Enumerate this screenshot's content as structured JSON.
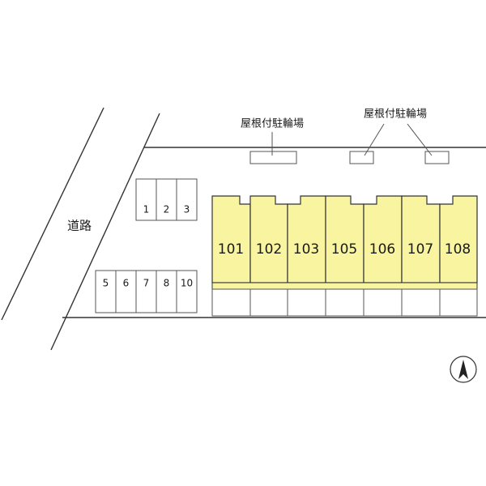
{
  "road": {
    "label": "道路"
  },
  "bike_parking": [
    {
      "label": "屋根付駐輪場"
    },
    {
      "label": "屋根付駐輪場"
    }
  ],
  "parking_row_1": [
    "1",
    "2",
    "3"
  ],
  "parking_row_2": [
    "5",
    "6",
    "7",
    "8",
    "10"
  ],
  "units": [
    "101",
    "102",
    "103",
    "105",
    "106",
    "107",
    "108"
  ],
  "colors": {
    "unit_fill": "#f8f4a0",
    "outline": "#333333",
    "background": "#ffffff"
  },
  "compass": {
    "icon": "north-arrow-icon"
  }
}
